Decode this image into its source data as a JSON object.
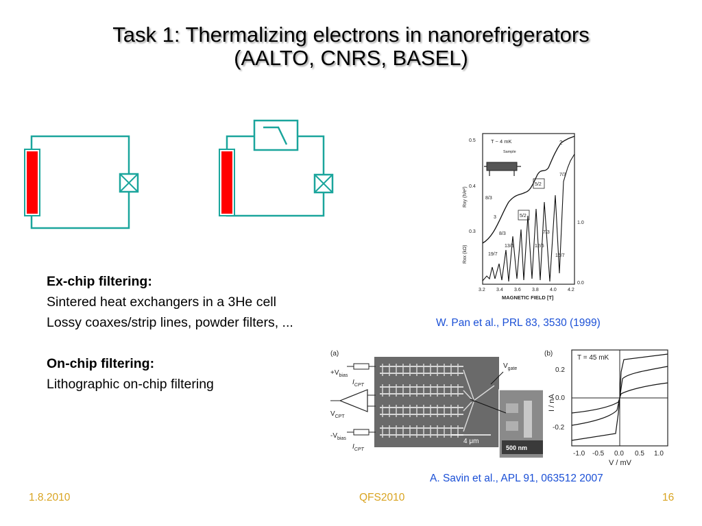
{
  "title": {
    "line1": "Task 1: Thermalizing electrons in nanorefrigerators",
    "line2": "(AALTO, CNRS, BASEL)"
  },
  "colors": {
    "wire": "#1aa59c",
    "heater": "#ff0000",
    "footer": "#d9a421",
    "caption": "#1a4fd6"
  },
  "bullets": {
    "exchip_head": "Ex-chip filtering:",
    "exchip_1": "Sintered heat exchangers in a 3He cell",
    "exchip_2": "Lossy coaxes/strip lines, powder filters, ...",
    "onchip_head": "On-chip filtering:",
    "onchip_1": "Lithographic on-chip filtering"
  },
  "figure_pan": {
    "temp_label": "T ~ 4 mK",
    "sample_label": "Sample",
    "ylabel_top": "Rxy (h/e²)",
    "ylabel_bottom": "Rxx (kΩ)",
    "xlabel": "MAGNETIC FIELD [T]",
    "yticks_left": [
      "0.5",
      "0.4",
      "0.3"
    ],
    "yticks_right": [
      "1.0",
      "0.0"
    ],
    "xticks": [
      "3.2",
      "3.4",
      "3.6",
      "3.8",
      "4.0",
      "4.2"
    ],
    "plateau_labels": [
      "2",
      "7/3",
      "5/2",
      "8/3",
      "3",
      "5/2"
    ],
    "peak_labels": [
      "8/3",
      "13/5",
      "19/7",
      "12/5",
      "7/3",
      "16/7"
    ]
  },
  "caption_pan": "W. Pan et al., PRL 83, 3530 (1999)",
  "figure_savin": {
    "panel_a": "(a)",
    "panel_b": "(b)",
    "vbias_pos": "+V",
    "vbias_neg": "-V",
    "bias_sub": "bias",
    "icpt": "I",
    "cpt_sub": "CPT",
    "vcpt": "V",
    "vgate": "V",
    "gate_sub": "gate",
    "scale_4um": "4 μm",
    "scale_500nm": "500 nm",
    "temp_label": "T = 45 mK",
    "ylabel": "I / nA",
    "xlabel": "V / mV",
    "yticks": [
      "0.2",
      "0.0",
      "-0.2"
    ],
    "xticks": [
      "-1.0",
      "-0.5",
      "0.0",
      "0.5",
      "1.0"
    ]
  },
  "caption_savin": "A. Savin et al., APL 91, 063512 2007",
  "footer": {
    "date": "1.8.2010",
    "event": "QFS2010",
    "page": "16"
  }
}
